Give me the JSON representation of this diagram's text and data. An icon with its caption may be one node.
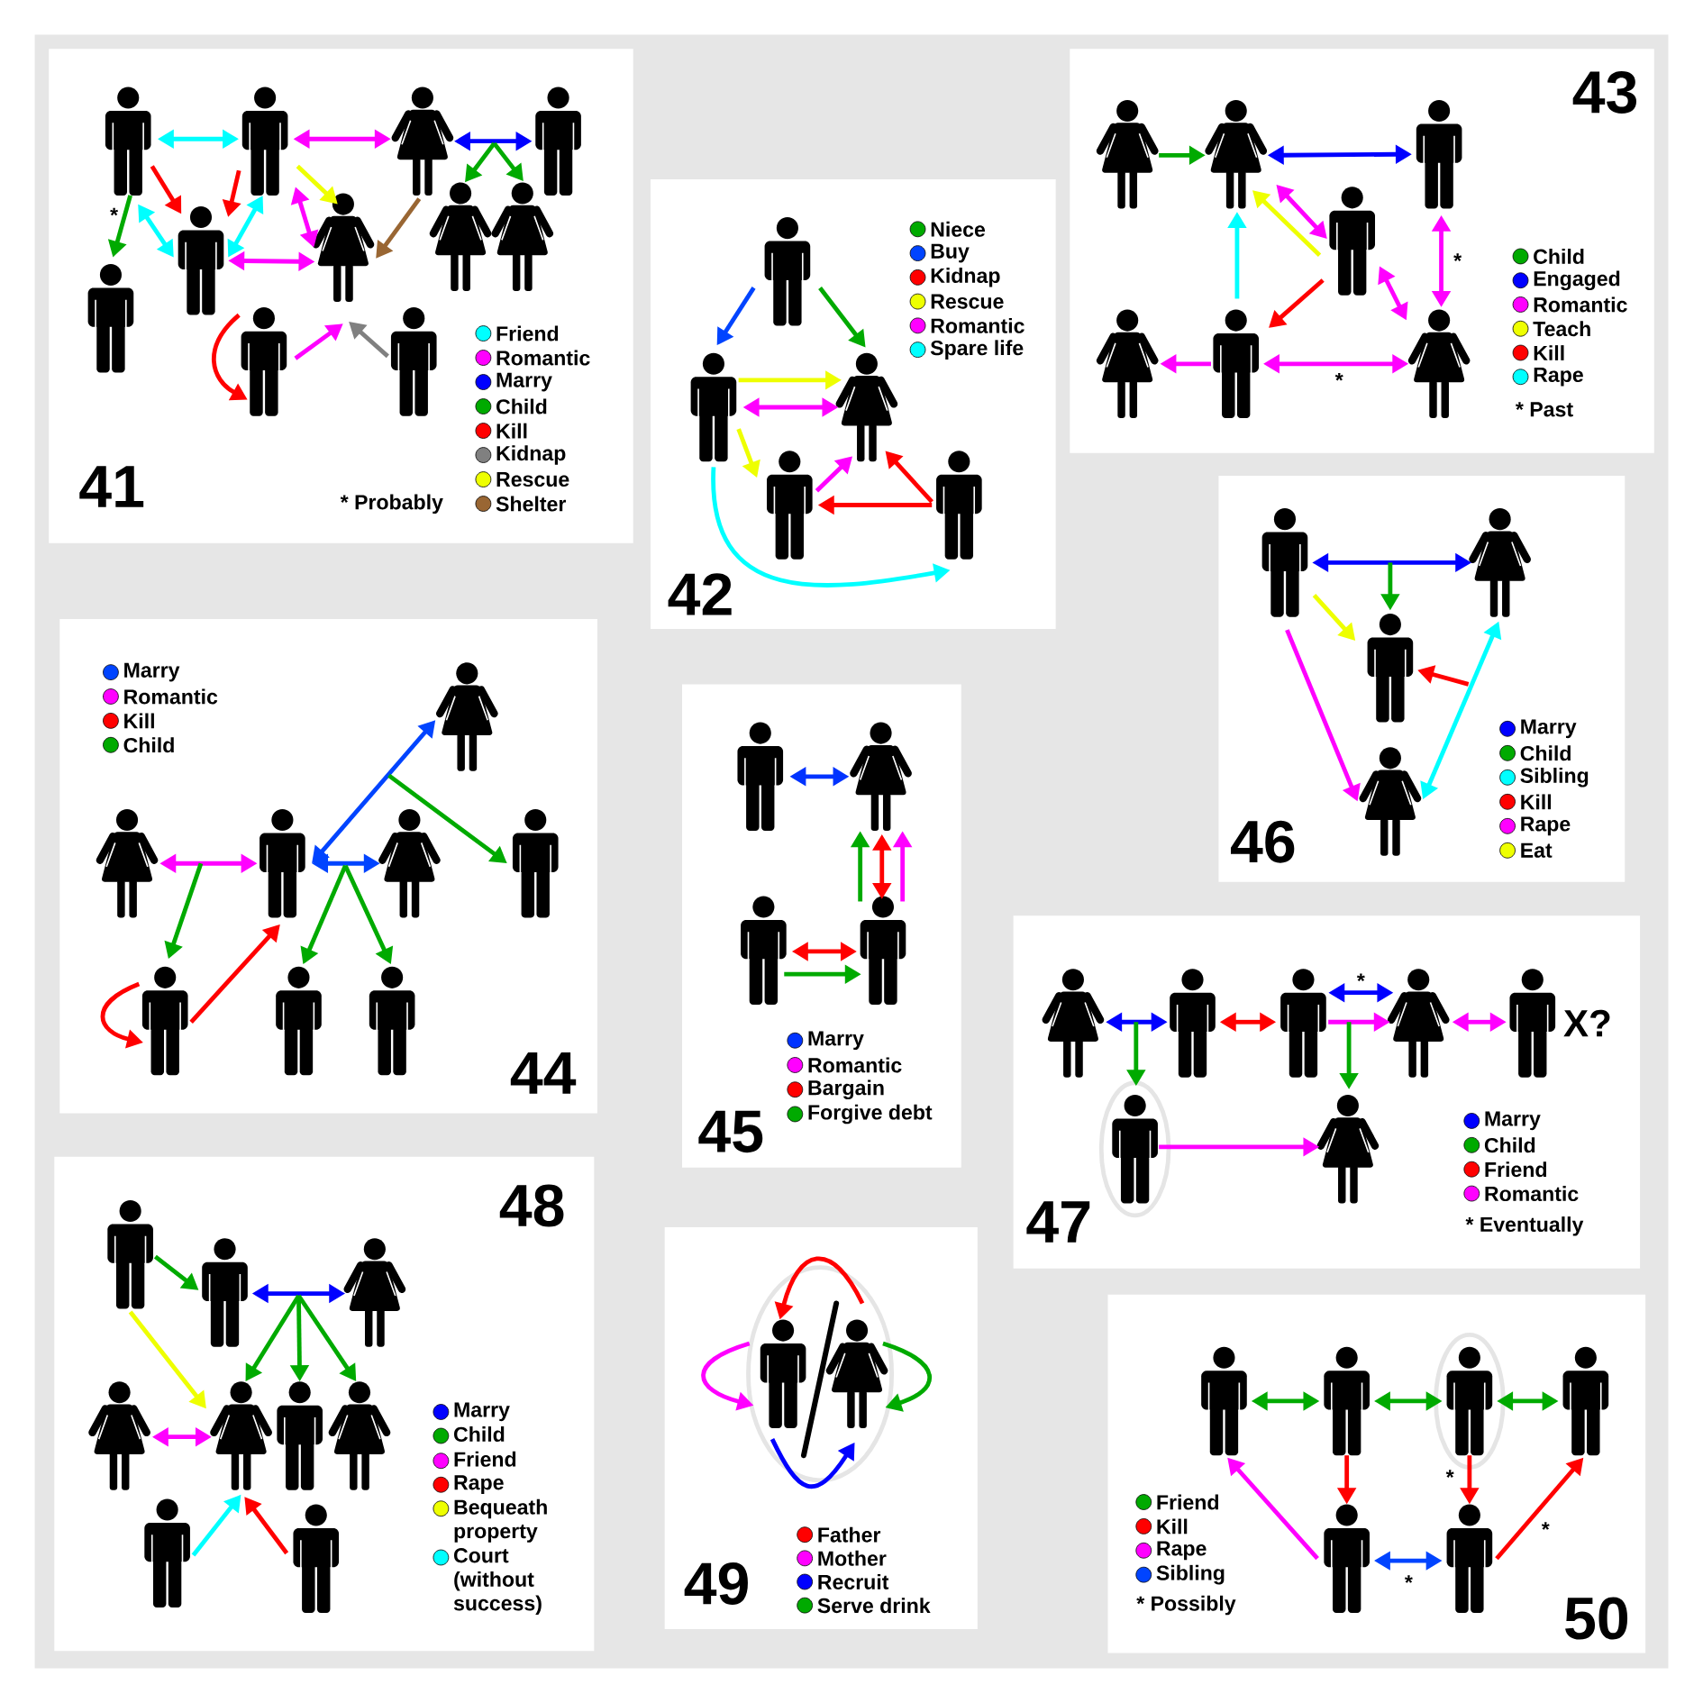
{
  "diagram": {
    "nodes": [
      {
        "text": [
          "41"
        ]
      },
      {
        "text": [],
        "shape": "person",
        "in": 0
      },
      {
        "text": [],
        "shape": "person",
        "in": 0
      },
      {
        "text": [],
        "shape": "person",
        "in": 0
      },
      {
        "text": [],
        "shape": "person",
        "in": 0
      },
      {
        "text": [],
        "shape": "person",
        "in": 0
      },
      {
        "text": [],
        "shape": "person",
        "in": 0
      },
      {
        "text": [],
        "shape": "person",
        "in": 0
      },
      {
        "text": [],
        "shape": "person",
        "in": 0
      },
      {
        "text": [],
        "shape": "person",
        "in": 0
      },
      {
        "text": [],
        "shape": "person",
        "in": 0
      },
      {
        "text": [],
        "shape": "person",
        "in": 0
      },
      {
        "text": [
          "42"
        ]
      },
      {
        "text": [],
        "shape": "person",
        "in": 12
      },
      {
        "text": [],
        "shape": "person",
        "in": 12
      },
      {
        "text": [],
        "shape": "person",
        "in": 12
      },
      {
        "text": [],
        "shape": "person",
        "in": 12
      },
      {
        "text": [],
        "shape": "person",
        "in": 12
      },
      {
        "text": [
          "43"
        ]
      },
      {
        "text": [],
        "shape": "person",
        "in": 18
      },
      {
        "text": [],
        "shape": "person",
        "in": 18
      },
      {
        "text": [],
        "shape": "person",
        "in": 18
      },
      {
        "text": [],
        "shape": "person",
        "in": 18
      },
      {
        "text": [],
        "shape": "person",
        "in": 18
      },
      {
        "text": [],
        "shape": "person",
        "in": 18
      },
      {
        "text": [],
        "shape": "person",
        "in": 18
      },
      {
        "text": [
          "44"
        ]
      },
      {
        "text": [],
        "shape": "person",
        "in": 26
      },
      {
        "text": [],
        "shape": "person",
        "in": 26
      },
      {
        "text": [],
        "shape": "person",
        "in": 26
      },
      {
        "text": [],
        "shape": "person",
        "in": 26
      },
      {
        "text": [],
        "shape": "person",
        "in": 26
      },
      {
        "text": [],
        "shape": "person",
        "in": 26
      },
      {
        "text": [],
        "shape": "person",
        "in": 26
      },
      {
        "text": [],
        "shape": "person",
        "in": 26
      },
      {
        "text": [
          "45"
        ]
      },
      {
        "text": [],
        "shape": "person",
        "in": 35
      },
      {
        "text": [],
        "shape": "person",
        "in": 35
      },
      {
        "text": [],
        "shape": "person",
        "in": 35
      },
      {
        "text": [],
        "shape": "person",
        "in": 35
      },
      {
        "text": [
          "46"
        ]
      },
      {
        "text": [],
        "shape": "person",
        "in": 40
      },
      {
        "text": [],
        "shape": "person",
        "in": 40
      },
      {
        "text": [],
        "shape": "person",
        "in": 40
      },
      {
        "text": [],
        "shape": "person",
        "in": 40
      },
      {
        "text": [
          "47"
        ]
      },
      {
        "text": [],
        "shape": "person",
        "in": 45
      },
      {
        "text": [],
        "shape": "person",
        "in": 45
      },
      {
        "text": [],
        "shape": "person",
        "in": 45
      },
      {
        "text": [],
        "shape": "person",
        "in": 45
      },
      {
        "text": [],
        "shape": "person",
        "in": 45,
        "beside": [
          "X?"
        ]
      },
      {
        "text": [],
        "shape": "circle",
        "in": 45
      },
      {
        "text": [],
        "shape": "person",
        "in": 51
      },
      {
        "text": [],
        "shape": "person",
        "in": 45
      },
      {
        "text": [
          "48"
        ]
      },
      {
        "text": [],
        "shape": "person",
        "in": 54
      },
      {
        "text": [],
        "shape": "person",
        "in": 54
      },
      {
        "text": [],
        "shape": "person",
        "in": 54
      },
      {
        "text": [],
        "shape": "person",
        "in": 54
      },
      {
        "text": [],
        "shape": "person",
        "in": 54
      },
      {
        "text": [],
        "shape": "person",
        "in": 54
      },
      {
        "text": [],
        "shape": "person",
        "in": 54
      },
      {
        "text": [],
        "shape": "person",
        "in": 54
      },
      {
        "text": [],
        "shape": "person",
        "in": 54
      },
      {
        "text": [
          "49"
        ]
      },
      {
        "text": [],
        "shape": "circle",
        "in": 64
      },
      {
        "text": [],
        "shape": "person",
        "in": 65
      },
      {
        "text": [],
        "shape": "person",
        "in": 65
      },
      {
        "text": [
          "50"
        ]
      },
      {
        "text": [],
        "shape": "person",
        "in": 68
      },
      {
        "text": [],
        "shape": "person",
        "in": 68
      },
      {
        "text": [],
        "shape": "circle",
        "in": 68
      },
      {
        "text": [],
        "shape": "person",
        "in": 71
      },
      {
        "text": [],
        "shape": "person",
        "in": 68
      },
      {
        "text": [],
        "shape": "person",
        "in": 68
      },
      {
        "text": [],
        "shape": "person",
        "in": 68
      }
    ],
    "edges": [
      {
        "from": 1,
        "to": 2,
        "arrow": "both",
        "color": "#00ffff"
      },
      {
        "from": 2,
        "to": 3,
        "arrow": "both",
        "color": "#ff00ff"
      },
      {
        "from": 3,
        "to": 4,
        "arrow": "both",
        "color": "#0000ff"
      },
      {
        "from": null,
        "to": 5,
        "arrow": "to",
        "color": "#00aa00"
      },
      {
        "from": null,
        "to": 6,
        "arrow": "to",
        "color": "#00aa00"
      },
      {
        "from": 1,
        "to": 7,
        "arrow": "to",
        "color": "#ff0000"
      },
      {
        "from": 2,
        "to": 7,
        "arrow": "to",
        "color": "#ff0000"
      },
      {
        "from": 1,
        "to": 9,
        "arrow": "to",
        "color": "#00aa00",
        "label": "*"
      },
      {
        "from": 1,
        "to": 7,
        "arrow": "both",
        "color": "#00ffff"
      },
      {
        "from": 2,
        "to": 7,
        "arrow": "both",
        "color": "#00ffff"
      },
      {
        "from": 2,
        "to": 8,
        "arrow": "both",
        "color": "#ff00ff"
      },
      {
        "from": 2,
        "to": 8,
        "arrow": "to",
        "color": "#eeff00"
      },
      {
        "from": 7,
        "to": 8,
        "arrow": "both",
        "color": "#ff00ff"
      },
      {
        "from": 3,
        "to": 8,
        "arrow": "to",
        "color": "#996633"
      },
      {
        "from": 10,
        "to": 10,
        "arrow": "to",
        "color": "#ff0000"
      },
      {
        "from": 10,
        "to": 8,
        "arrow": "to",
        "color": "#ff00ff"
      },
      {
        "from": 11,
        "to": 8,
        "arrow": "to",
        "color": "#808080"
      },
      {
        "from": 13,
        "to": 14,
        "arrow": "to",
        "color": "#0044ff"
      },
      {
        "from": 13,
        "to": 15,
        "arrow": "to",
        "color": "#00aa00"
      },
      {
        "from": 14,
        "to": 15,
        "arrow": "to",
        "color": "#eeff00"
      },
      {
        "from": 14,
        "to": 15,
        "arrow": "both",
        "color": "#ff00ff"
      },
      {
        "from": 14,
        "to": 16,
        "arrow": "to",
        "color": "#eeff00"
      },
      {
        "from": 16,
        "to": 15,
        "arrow": "to",
        "color": "#ff00ff"
      },
      {
        "from": 17,
        "to": 15,
        "arrow": "to",
        "color": "#ff0000"
      },
      {
        "from": 17,
        "to": 16,
        "arrow": "to",
        "color": "#ff0000"
      },
      {
        "from": 14,
        "to": 17,
        "arrow": "to",
        "color": "#00ffff"
      },
      {
        "from": 19,
        "to": 20,
        "arrow": "to",
        "color": "#00aa00"
      },
      {
        "from": 20,
        "to": 21,
        "arrow": "both",
        "color": "#0000ff"
      },
      {
        "from": 20,
        "to": 22,
        "arrow": "both",
        "color": "#ff00ff"
      },
      {
        "from": 22,
        "to": 20,
        "arrow": "to",
        "color": "#eeff00"
      },
      {
        "from": 24,
        "to": 20,
        "arrow": "to",
        "color": "#00ffff"
      },
      {
        "from": 22,
        "to": 24,
        "arrow": "to",
        "color": "#ff0000"
      },
      {
        "from": 22,
        "to": 25,
        "arrow": "both",
        "color": "#ff00ff"
      },
      {
        "from": 21,
        "to": 25,
        "arrow": "both",
        "color": "#ff00ff",
        "label": "*"
      },
      {
        "from": 24,
        "to": 23,
        "arrow": "to",
        "color": "#ff00ff"
      },
      {
        "from": 24,
        "to": 25,
        "arrow": "both",
        "color": "#ff00ff",
        "label": "*"
      },
      {
        "from": 28,
        "to": 29,
        "arrow": "both",
        "color": "#ff00ff"
      },
      {
        "from": null,
        "to": 32,
        "arrow": "to",
        "color": "#00aa00"
      },
      {
        "from": 29,
        "to": 27,
        "arrow": "both",
        "color": "#0044ff"
      },
      {
        "from": null,
        "to": 31,
        "arrow": "to",
        "color": "#00aa00"
      },
      {
        "from": 29,
        "to": 30,
        "arrow": "both",
        "color": "#0044ff"
      },
      {
        "from": null,
        "to": 33,
        "arrow": "to",
        "color": "#00aa00"
      },
      {
        "from": null,
        "to": 34,
        "arrow": "to",
        "color": "#00aa00"
      },
      {
        "from": 32,
        "to": 32,
        "arrow": "to",
        "color": "#ff0000"
      },
      {
        "from": 32,
        "to": 29,
        "arrow": "to",
        "color": "#ff0000"
      },
      {
        "from": 36,
        "to": 37,
        "arrow": "both",
        "color": "#0033ff"
      },
      {
        "from": 39,
        "to": 37,
        "arrow": "to",
        "color": "#00aa00"
      },
      {
        "from": 39,
        "to": 37,
        "arrow": "both",
        "color": "#ff0000"
      },
      {
        "from": 39,
        "to": 37,
        "arrow": "to",
        "color": "#ff00ff"
      },
      {
        "from": 38,
        "to": 39,
        "arrow": "both",
        "color": "#ff0000"
      },
      {
        "from": 38,
        "to": 39,
        "arrow": "to",
        "color": "#00aa00"
      },
      {
        "from": 41,
        "to": 42,
        "arrow": "both",
        "color": "#0000ff"
      },
      {
        "from": null,
        "to": 43,
        "arrow": "to",
        "color": "#00aa00"
      },
      {
        "from": 41,
        "to": 43,
        "arrow": "to",
        "color": "#eeff00"
      },
      {
        "from": null,
        "to": 43,
        "arrow": "to",
        "color": "#ff0000"
      },
      {
        "from": 41,
        "to": 44,
        "arrow": "to",
        "color": "#ff00ff"
      },
      {
        "from": 42,
        "to": 44,
        "arrow": "both",
        "color": "#00ffff"
      },
      {
        "from": 46,
        "to": 47,
        "arrow": "both",
        "color": "#0000ff"
      },
      {
        "from": null,
        "to": 52,
        "arrow": "to",
        "color": "#00aa00"
      },
      {
        "from": 47,
        "to": 48,
        "arrow": "both",
        "color": "#ff0000"
      },
      {
        "from": 48,
        "to": 49,
        "arrow": "both",
        "color": "#0000ff",
        "label": "*"
      },
      {
        "from": 48,
        "to": 49,
        "arrow": "to",
        "color": "#ff00ff"
      },
      {
        "from": null,
        "to": 53,
        "arrow": "to",
        "color": "#00aa00"
      },
      {
        "from": 49,
        "to": 50,
        "arrow": "both",
        "color": "#ff00ff"
      },
      {
        "from": 52,
        "to": 53,
        "arrow": "to",
        "color": "#ff00ff"
      },
      {
        "from": 55,
        "to": 56,
        "arrow": "to",
        "color": "#00aa00"
      },
      {
        "from": 56,
        "to": 57,
        "arrow": "both",
        "color": "#0000ff"
      },
      {
        "from": null,
        "to": 59,
        "arrow": "to",
        "color": "#00aa00"
      },
      {
        "from": null,
        "to": 60,
        "arrow": "to",
        "color": "#00aa00"
      },
      {
        "from": null,
        "to": 61,
        "arrow": "to",
        "color": "#00aa00"
      },
      {
        "from": 55,
        "to": 59,
        "arrow": "to",
        "color": "#eeff00"
      },
      {
        "from": 58,
        "to": 59,
        "arrow": "both",
        "color": "#ff00ff"
      },
      {
        "from": 62,
        "to": 59,
        "arrow": "to",
        "color": "#00ffff"
      },
      {
        "from": 63,
        "to": 59,
        "arrow": "to",
        "color": "#ff0000"
      },
      {
        "from": 67,
        "to": 66,
        "arrow": "to",
        "color": "#ff0000"
      },
      {
        "from": 66,
        "to": 66,
        "arrow": "to",
        "color": "#ff00ff"
      },
      {
        "from": 67,
        "to": 67,
        "arrow": "to",
        "color": "#00aa00"
      },
      {
        "from": 66,
        "to": 67,
        "arrow": "to",
        "color": "#0000ff"
      },
      {
        "from": 69,
        "to": 70,
        "arrow": "both",
        "color": "#00aa00"
      },
      {
        "from": 70,
        "to": 72,
        "arrow": "both",
        "color": "#00aa00"
      },
      {
        "from": 72,
        "to": 73,
        "arrow": "both",
        "color": "#00aa00"
      },
      {
        "from": 70,
        "to": 74,
        "arrow": "to",
        "color": "#ff0000"
      },
      {
        "from": 72,
        "to": 75,
        "arrow": "to",
        "color": "#ff0000",
        "label": "*"
      },
      {
        "from": 74,
        "to": 69,
        "arrow": "to",
        "color": "#ff00ff"
      },
      {
        "from": 74,
        "to": 75,
        "arrow": "both",
        "color": "#0044ff",
        "label": "*"
      },
      {
        "from": 75,
        "to": 73,
        "arrow": "to",
        "color": "#ff0000",
        "label": "*"
      }
    ],
    "labels": [
      "* Probably",
      "* Past",
      "* Eventually",
      "* Possibly"
    ],
    "legend": [
      {
        "text": "Friend",
        "color": "#00ffff"
      },
      {
        "text": "Romantic",
        "color": "#ff00ff"
      },
      {
        "text": "Marry",
        "color": "#0000ff"
      },
      {
        "text": "Child",
        "color": "#00aa00"
      },
      {
        "text": "Kill",
        "color": "#ff0000"
      },
      {
        "text": "Kidnap",
        "color": "#808080"
      },
      {
        "text": "Rescue",
        "color": "#eeff00"
      },
      {
        "text": "Shelter",
        "color": "#996633"
      },
      {
        "text": "Niece",
        "color": "#00aa00"
      },
      {
        "text": "Buy",
        "color": "#0044ff"
      },
      {
        "text": "Kidnap",
        "color": "#ff0000"
      },
      {
        "text": "Rescue",
        "color": "#eeff00"
      },
      {
        "text": "Romantic",
        "color": "#ff00ff"
      },
      {
        "text": "Spare life",
        "color": "#00ffff"
      },
      {
        "text": "Child",
        "color": "#00aa00"
      },
      {
        "text": "Engaged",
        "color": "#0000ff"
      },
      {
        "text": "Romantic",
        "color": "#ff00ff"
      },
      {
        "text": "Teach",
        "color": "#eeff00"
      },
      {
        "text": "Kill",
        "color": "#ff0000"
      },
      {
        "text": "Rape",
        "color": "#00ffff"
      },
      {
        "text": "Marry",
        "color": "#0044ff"
      },
      {
        "text": "Romantic",
        "color": "#ff00ff"
      },
      {
        "text": "Kill",
        "color": "#ff0000"
      },
      {
        "text": "Child",
        "color": "#00aa00"
      },
      {
        "text": "Marry",
        "color": "#0033ff"
      },
      {
        "text": "Romantic",
        "color": "#ff00ff"
      },
      {
        "text": "Bargain",
        "color": "#ff0000"
      },
      {
        "text": "Forgive debt",
        "color": "#00aa00"
      },
      {
        "text": "Marry",
        "color": "#0000ff"
      },
      {
        "text": "Child",
        "color": "#00aa00"
      },
      {
        "text": "Sibling",
        "color": "#00ffff"
      },
      {
        "text": "Kill",
        "color": "#ff0000"
      },
      {
        "text": "Rape",
        "color": "#ff00ff"
      },
      {
        "text": "Eat",
        "color": "#eeff00"
      },
      {
        "text": "Marry",
        "color": "#0000ff"
      },
      {
        "text": "Child",
        "color": "#00aa00"
      },
      {
        "text": "Friend",
        "color": "#ff0000"
      },
      {
        "text": "Romantic",
        "color": "#ff00ff"
      },
      {
        "text": "Marry",
        "color": "#0000ff"
      },
      {
        "text": "Child",
        "color": "#00aa00"
      },
      {
        "text": "Friend",
        "color": "#ff00ff"
      },
      {
        "text": "Rape",
        "color": "#ff0000"
      },
      {
        "text": "Bequeath property",
        "color": "#eeff00"
      },
      {
        "text": "Court (without success)",
        "color": "#00ffff"
      },
      {
        "text": "Father",
        "color": "#ff0000"
      },
      {
        "text": "Mother",
        "color": "#ff00ff"
      },
      {
        "text": "Recruit",
        "color": "#0000ff"
      },
      {
        "text": "Serve drink",
        "color": "#00aa00"
      },
      {
        "text": "Friend",
        "color": "#00aa00"
      },
      {
        "text": "Kill",
        "color": "#ff0000"
      },
      {
        "text": "Rape",
        "color": "#ff00ff"
      },
      {
        "text": "Sibling",
        "color": "#0044ff"
      }
    ]
  }
}
